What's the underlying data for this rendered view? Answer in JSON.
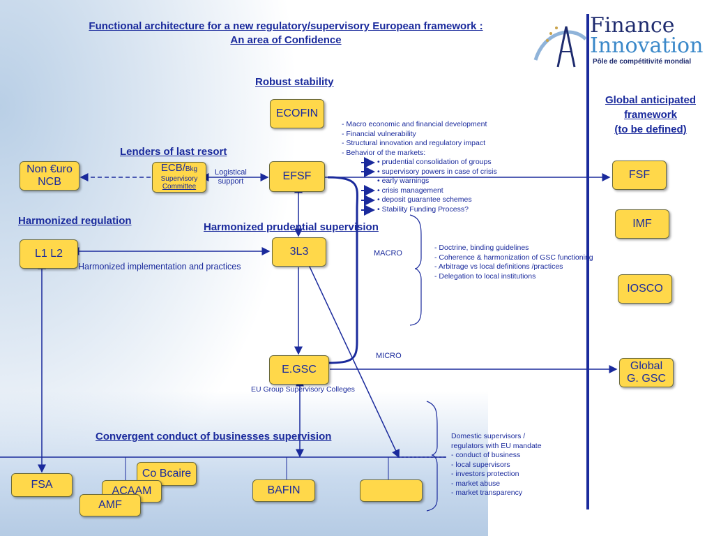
{
  "title_line1": "Functional architecture for a new regulatory/supervisory European framework :",
  "title_line2": "An area of Confidence",
  "logo": {
    "line1": "Finance",
    "line2": "Innovation",
    "tagline": "Pôle de compétitivité mondial"
  },
  "headings": {
    "robust_stability": "Robust stability",
    "lenders": "Lenders of last resort",
    "harmonized_regulation": "Harmonized regulation",
    "harmonized_prudential": "Harmonized prudential supervision",
    "convergent_conduct": "Convergent conduct of businesses supervision",
    "global_l1": "Global anticipated",
    "global_l2": "framework",
    "global_l3": "(to be defined)"
  },
  "boxes": {
    "ecofin": "ECOFIN",
    "non_euro_1": "Non €uro",
    "non_euro_2": "NCB",
    "ecb_main": "ECB/",
    "ecb_bkg": "Bkg",
    "ecb_sup1": "Supervisory",
    "ecb_sup2": "Committee",
    "efsf": "EFSF",
    "fsf": "FSF",
    "imf": "IMF",
    "iosco": "IOSCO",
    "l1l2": "L1 L2",
    "l3": "3L3",
    "egsc": "E.GSC",
    "global_gsc_1": "Global",
    "global_gsc_2": "G. GSC",
    "fsa": "FSA",
    "co_bcaire": "Co Bcaire",
    "acaam": "ACAAM",
    "amf": "AMF",
    "bafin": "BAFIN",
    "empty": ""
  },
  "labels": {
    "logistical_1": "Logistical",
    "logistical_2": "support",
    "harmonized_impl": "Harmonized implementation and practices",
    "macro": "MACRO",
    "micro": "MICRO",
    "eu_colleges": "EU Group Supervisory Colleges"
  },
  "efsf_notes": [
    "- Macro economic and financial development",
    "- Financial vulnerability",
    "- Structural innovation and regulatory impact",
    "- Behavior of the markets:"
  ],
  "efsf_bullets": [
    "• prudential consolidation of groups",
    "• supervisory powers in case of crisis",
    "• early warnings",
    "• crisis management",
    "• deposit guarantee schemes",
    "• Stability Funding Process?"
  ],
  "l3_notes": [
    "- Doctrine, binding guidelines",
    "- Coherence & harmonization of GSC functioning",
    "- Arbitrage vs local definitions /practices",
    "- Delegation to local institutions"
  ],
  "domestic_notes": [
    "Domestic supervisors /",
    "regulators with EU mandate",
    "- conduct of business",
    "- local supervisors",
    "- investors protection",
    "- market abuse",
    "- market transparency"
  ],
  "colors": {
    "box_fill": "#ffd84a",
    "line": "#1a2a9c",
    "text": "#1a2a9c"
  }
}
